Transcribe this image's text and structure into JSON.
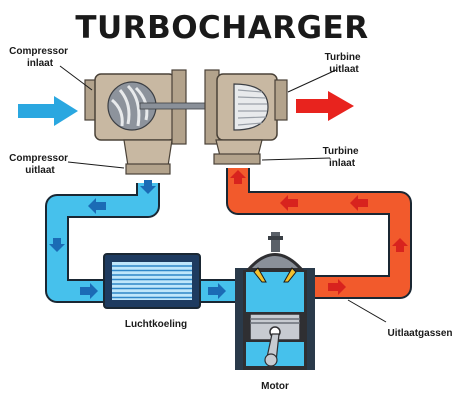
{
  "title": "TURBOCHARGER",
  "labels": {
    "compressor_inlet": [
      "Compressor",
      "inlaat"
    ],
    "compressor_outlet": [
      "Compressor",
      "uitlaat"
    ],
    "turbine_outlet": [
      "Turbine",
      "uitlaat"
    ],
    "turbine_inlet": [
      "Turbine",
      "inlaat"
    ],
    "intercooler": "Luchtkoeling",
    "exhaust_gases": "Uitlaatgassen",
    "engine": "Motor"
  },
  "colors": {
    "cold_air": "#46c1ec",
    "hot_exhaust": "#f25a2c",
    "duct_outline": "#1a2733",
    "flow_arrow_blue": "#1b6bb5",
    "flow_arrow_red": "#d8231e",
    "turbo_housing": "#c8b8a2",
    "inlet_arrow": "#2aa7e0",
    "outlet_arrow": "#e8231e"
  },
  "icons": [
    "intake-air-arrow",
    "exhaust-out-arrow",
    "cold-flow-arrow",
    "hot-flow-arrow"
  ]
}
